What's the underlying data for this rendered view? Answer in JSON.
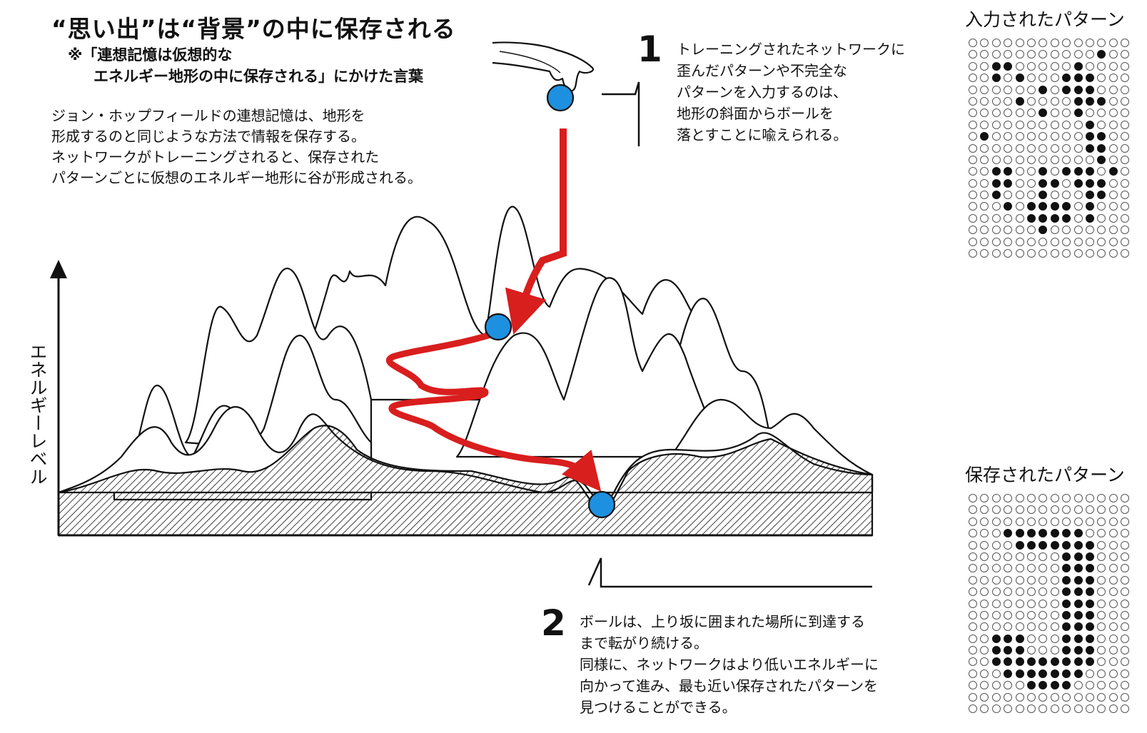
{
  "title": "“思い出”は“背景”の中に保存される",
  "note": [
    "※「連想記憶は仮想的な",
    "エネルギー地形の中に保存される」にかけた言葉"
  ],
  "description": [
    "ジョン・ホップフィールドの連想記憶は、地形を",
    "形成するのと同じような方法で情報を保存する。",
    "ネットワークがトレーニングされると、保存された",
    "パターンごとに仮想のエネルギー地形に谷が形成される。"
  ],
  "y_axis_label": "エネルギーレベル",
  "step1": {
    "number": "1",
    "text": [
      "トレーニングされたネットワークに",
      "歪んだパターンや不完全な",
      "パターンを入力するのは、",
      "地形の斜面からボールを",
      "落とすことに喩えられる。"
    ]
  },
  "step2": {
    "number": "2",
    "text": [
      "ボールは、上り坂に囲まれた場所に到達する",
      "まで転がり続ける。",
      "同様に、ネットワークはより低いエネルギーに",
      "向かって進み、最も近い保存されたパターンを",
      "見つけることができる。"
    ]
  },
  "input_pattern": {
    "title": "入力されたパターン",
    "rows": [
      "00000000000000",
      "00000000000100",
      "00110000010000",
      "00101000111000",
      "00000010111000",
      "00001000011100",
      "00000010010000",
      "00000000001000",
      "01000000001100",
      "00000000001100",
      "00000000000100",
      "00110010111010",
      "00110011011100",
      "00100010001100",
      "00010111101000",
      "00000111101000",
      "00000010000000",
      "00000000000000",
      "00000000000000"
    ]
  },
  "stored_pattern": {
    "title": "保存されたパターン",
    "rows": [
      "00000000000000",
      "00000000000000",
      "00000000000000",
      "00011111110000",
      "00001111111000",
      "00000000111000",
      "00000000111000",
      "00000000111000",
      "00000000111000",
      "00000000111000",
      "00000000111000",
      "00000000111000",
      "00111000111000",
      "00111000111000",
      "00111111111000",
      "00011111110000",
      "00000111100000",
      "00000000000000",
      "00000000000000"
    ]
  },
  "colors": {
    "path": "#d91e1e",
    "ball": "#1e90e0",
    "ink": "#111111"
  }
}
